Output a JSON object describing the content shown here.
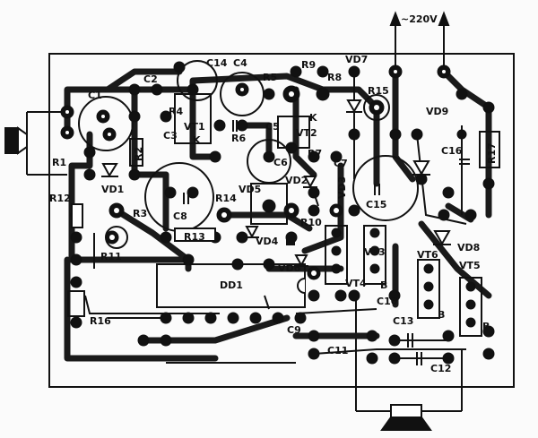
{
  "header": {
    "supply_label": "~220V"
  },
  "components": {
    "C1": "C1",
    "C2": "C2",
    "C3": "C3",
    "C4": "C4",
    "C5": "C5",
    "C6": "C6",
    "C7": "C7",
    "C8": "C8",
    "C9": "C9",
    "C10": "C10",
    "C11": "C11",
    "C12": "C12",
    "C13": "C13",
    "C14": "C14",
    "C15": "C15",
    "C16": "C16",
    "R1": "R1",
    "R2": "R2",
    "R3": "R3",
    "R4": "R4",
    "R5": "R5",
    "R6": "R6",
    "R7": "R7",
    "R8": "R8",
    "R9": "R9",
    "R10": "R10",
    "R11": "R11",
    "R12": "R12",
    "R13": "R13",
    "R14": "R14",
    "R15": "R15",
    "R16": "R16",
    "R17": "R17",
    "VD1": "VD1",
    "VD2": "VD2",
    "VD3": "VD3",
    "VD4": "VD4",
    "VD5": "VD5",
    "VD6": "VD6",
    "VD7": "VD7",
    "VD8": "VD8",
    "VD9": "VD9",
    "VT1": "VT1",
    "VT2": "VT2",
    "VT3": "VT3",
    "VT4": "VT4",
    "VT5": "VT5",
    "VT6": "VT6",
    "DD1": "DD1"
  },
  "pin_labels": {
    "K1": "K",
    "K2": "K",
    "B1": "B",
    "B2": "B",
    "B3": "B"
  }
}
